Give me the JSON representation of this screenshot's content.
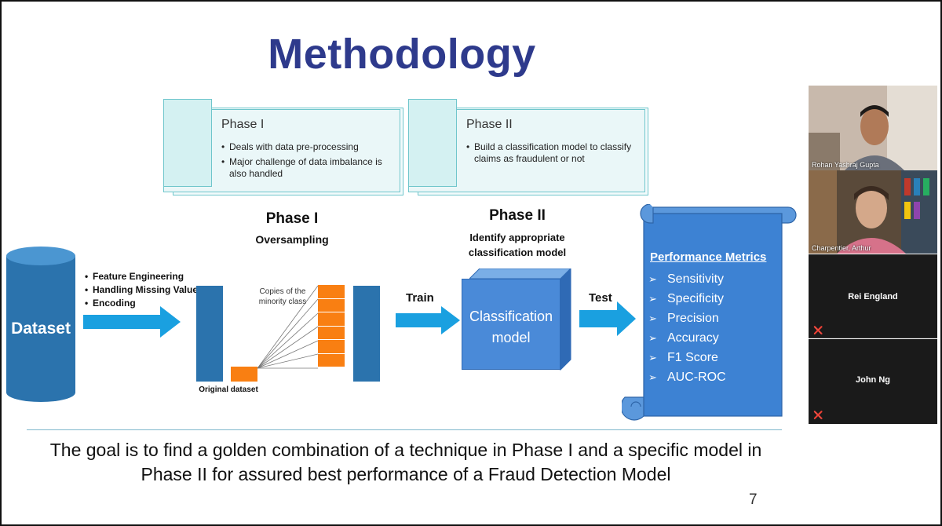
{
  "slide": {
    "title": "Methodology",
    "phase_cards": [
      {
        "title": "Phase I",
        "bullets": [
          "Deals with data pre-processing",
          "Major challenge of data imbalance is also handled"
        ]
      },
      {
        "title": "Phase II",
        "bullets": [
          "Build a classification model to classify claims as fraudulent or not"
        ]
      }
    ],
    "phase1": {
      "title": "Phase I",
      "subtitle": "Oversampling",
      "copies_label": "Copies of the minority class",
      "original_label": "Original dataset"
    },
    "phase2": {
      "title": "Phase II",
      "subtitle": "Identify appropriate classification model"
    },
    "dataset_label": "Dataset",
    "preprocessing": [
      "Feature Engineering",
      "Handling Missing Value",
      "Encoding"
    ],
    "train_label": "Train",
    "test_label": "Test",
    "model_label": "Classification model",
    "metrics": {
      "title": "Performance Metrics",
      "items": [
        "Sensitivity",
        "Specificity",
        "Precision",
        "Accuracy",
        "F1 Score",
        "AUC-ROC"
      ]
    },
    "goal": "The goal is to find a golden combination of a technique in Phase I and a specific model in Phase II for assured best performance of a Fraud Detection Model",
    "page_number": "7"
  },
  "participants": [
    {
      "name": "Rohan Yashraj Gupta",
      "video": true
    },
    {
      "name": "Charpentier, Arthur",
      "video": true
    },
    {
      "name": "Rei England",
      "video": false,
      "muted": true
    },
    {
      "name": "John Ng",
      "video": false,
      "muted": true
    }
  ],
  "colors": {
    "title": "#2e3a8c",
    "blue_bar": "#2b73ad",
    "orange": "#f97f12",
    "arrow": "#1aa0e0",
    "model": "#4a8ad8",
    "scroll": "#3d82d3"
  }
}
